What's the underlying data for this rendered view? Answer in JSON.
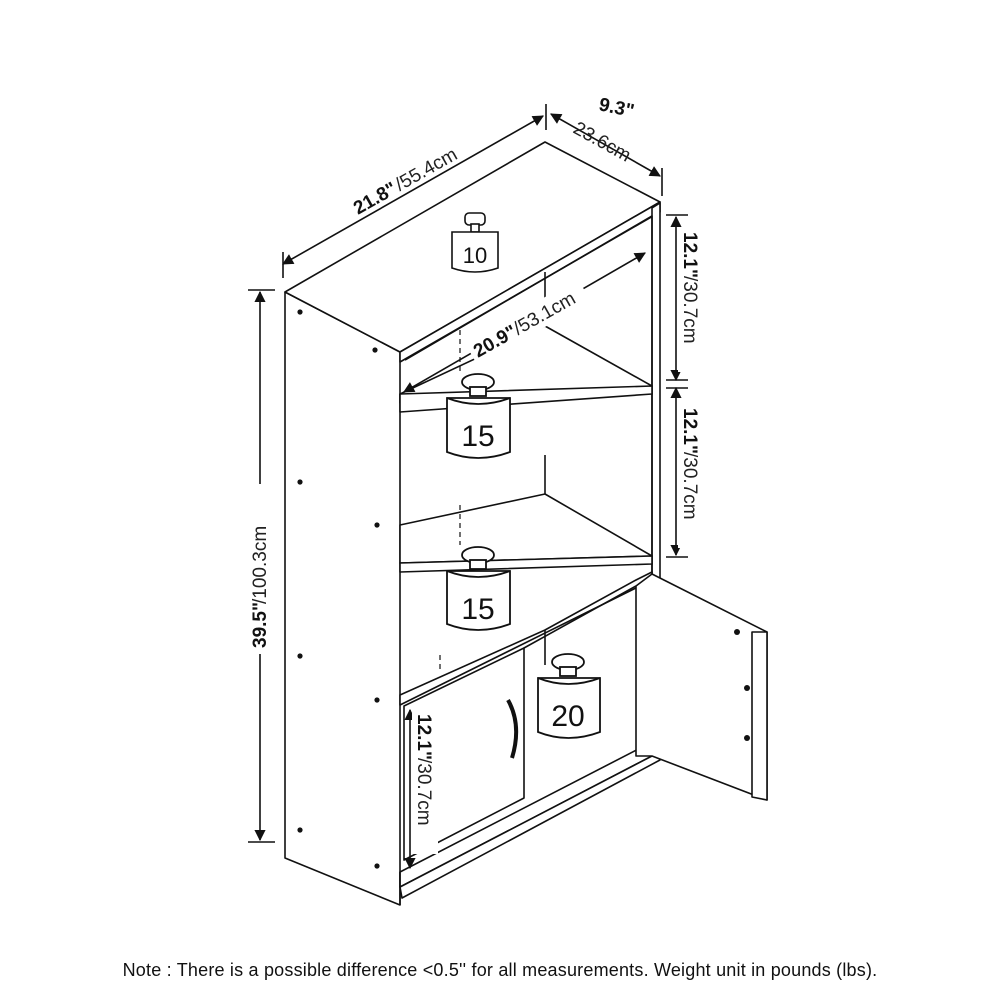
{
  "dimensions": {
    "width_in": "21.8\"",
    "width_cm": "/55.4cm",
    "depth_in": "9.3\"",
    "depth_cm": "23.6cm",
    "height_in": "39.5\"",
    "height_cm": "/100.3cm",
    "inner_width_in": "20.9\"",
    "inner_width_cm": "/53.1cm",
    "shelf1_in": "12.1\"",
    "shelf1_cm": "/30.7cm",
    "shelf2_in": "12.1\"",
    "shelf2_cm": "/30.7cm",
    "shelf3_in": "12.1\"",
    "shelf3_cm": "/30.7cm"
  },
  "weights": {
    "top": "10",
    "shelf_upper": "15",
    "shelf_middle": "15",
    "cabinet": "20"
  },
  "note": "Note : There is a possible difference <0.5'' for all measurements. Weight unit in pounds (lbs)."
}
